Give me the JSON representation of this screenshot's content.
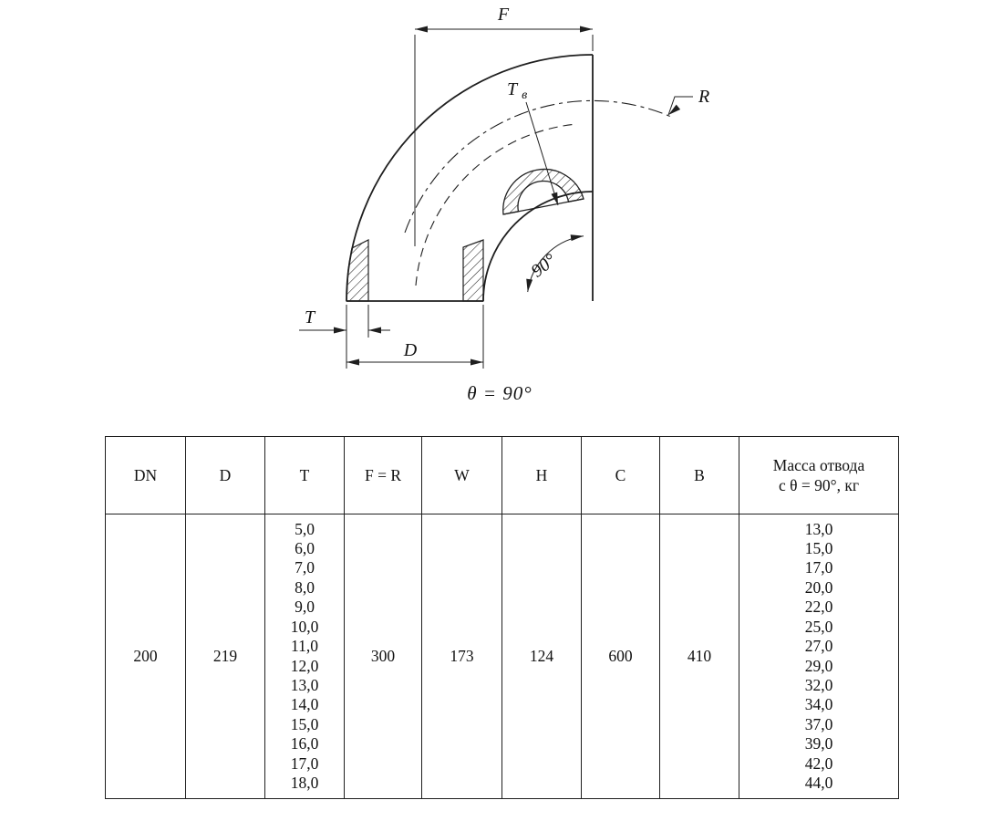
{
  "drawing": {
    "labels": {
      "f": "F",
      "r": "R",
      "t_wall_main": "Т",
      "t_wall_sub": "в",
      "angle": "90°",
      "t": "T",
      "d": "D",
      "theta_caption": "θ = 90°"
    }
  },
  "table": {
    "headers": [
      "DN",
      "D",
      "T",
      "F = R",
      "W",
      "H",
      "C",
      "B"
    ],
    "mass_header": [
      "Масса отвода",
      "с θ = 90°, кг"
    ],
    "row": {
      "dn": "200",
      "d": "219",
      "t_values": [
        "5,0",
        "6,0",
        "7,0",
        "8,0",
        "9,0",
        "10,0",
        "11,0",
        "12,0",
        "13,0",
        "14,0",
        "15,0",
        "16,0",
        "17,0",
        "18,0"
      ],
      "f_r": "300",
      "w": "173",
      "h": "124",
      "c": "600",
      "b": "410",
      "mass_values": [
        "13,0",
        "15,0",
        "17,0",
        "20,0",
        "22,0",
        "25,0",
        "27,0",
        "29,0",
        "32,0",
        "34,0",
        "37,0",
        "39,0",
        "42,0",
        "44,0"
      ]
    }
  }
}
